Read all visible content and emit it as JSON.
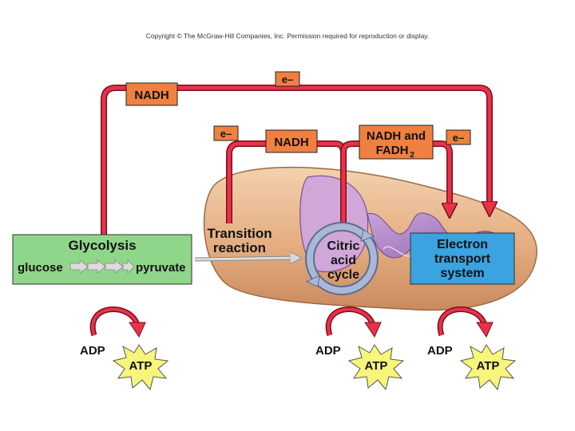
{
  "copyright": "Copyright © The McGraw-Hill Companies, Inc. Permission required for reproduction or display.",
  "carriers": {
    "nadh_top": "NADH",
    "nadh_mid": "NADH",
    "nadh_fadh_line1": "NADH and",
    "nadh_fadh_line2": "FADH",
    "nadh_fadh_sub": "2"
  },
  "electrons": {
    "top": "e–",
    "left": "e–",
    "right": "e–"
  },
  "glycolysis": {
    "title": "Glycolysis",
    "input": "glucose",
    "output": "pyruvate"
  },
  "transition": {
    "line1": "Transition",
    "line2": "reaction"
  },
  "citric": {
    "line1": "Citric",
    "line2": "acid",
    "line3": "cycle"
  },
  "ets": {
    "line1": "Electron",
    "line2": "transport",
    "line3": "system"
  },
  "atp_groups": [
    {
      "adp": "ADP",
      "atp": "ATP"
    },
    {
      "adp": "ADP",
      "atp": "ATP"
    },
    {
      "adp": "ADP",
      "atp": "ATP"
    }
  ],
  "colors": {
    "pathway": "#e8324a",
    "pathway_edge": "#7a0f1c",
    "carrier_box": "#f08040",
    "glycolysis_box": "#8fd68a",
    "ets_box": "#3aa3e0",
    "atp_burst": "#f7f57a",
    "mito_outer": "#e9b98e",
    "mito_inner": "#b48ac8"
  }
}
